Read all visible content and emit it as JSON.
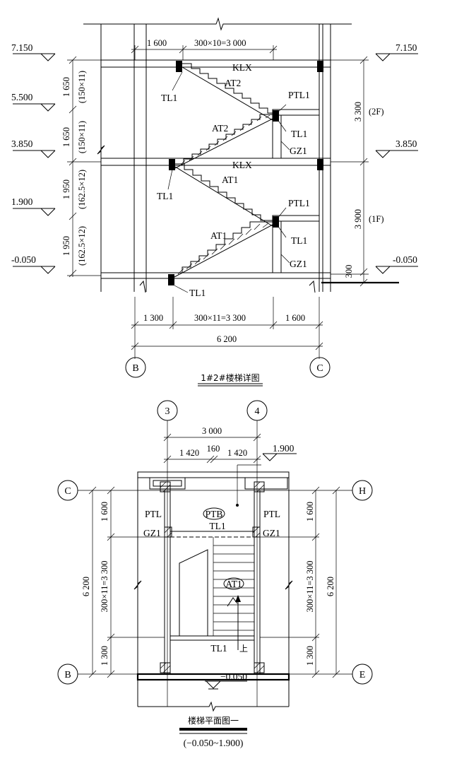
{
  "section": {
    "title": "1#2#楼梯详图",
    "levels": [
      "7.150",
      "5.500",
      "3.850",
      "1.900",
      "-0.050"
    ],
    "right_levels": [
      "7.150",
      "3.850",
      "-0.050"
    ],
    "left_dims": [
      "1 650",
      "(150×11)",
      "1 650",
      "(150×11)",
      "1 950",
      "(162.5×12)",
      "1 950",
      "(162.5×12)"
    ],
    "right_dims": [
      "3 300",
      "(2F)",
      "3 900",
      "(1F)",
      "300"
    ],
    "top_dims": [
      "1 600",
      "300×10=3 000"
    ],
    "bottom_dims": [
      "1 300",
      "300×11=3 300",
      "1 600",
      "6 200"
    ],
    "labels": {
      "klx_top": "KLX",
      "klx_mid": "KLX",
      "at2_upper": "AT2",
      "at2_lower": "AT2",
      "at1_upper": "AT1",
      "at1_lower": "AT1",
      "ptl1_upper": "PTL1",
      "ptl1_lower": "PTL1",
      "tl1_a": "TL1",
      "tl1_b": "TL1",
      "tl1_c": "TL1",
      "tl1_d": "TL1",
      "tl1_e": "TL1",
      "gz1_upper": "GZ1",
      "gz1_lower": "GZ1"
    },
    "axes": [
      "B",
      "C"
    ]
  },
  "plan": {
    "title": "楼梯平面图一",
    "subtitle": "(−0.050~1.900)",
    "axes_top": [
      "3",
      "4"
    ],
    "axes_left": [
      "C",
      "B"
    ],
    "axes_right": [
      "H",
      "E"
    ],
    "top_dims": [
      "3 000",
      "1 420",
      "160",
      "1 420"
    ],
    "level_top": "1.900",
    "level_bottom": "−0.050",
    "side_dims_left": [
      "1 600",
      "300×11=3 300",
      "1 300",
      "6 200"
    ],
    "side_dims_right": [
      "1 600",
      "300×11=3 300",
      "1 300",
      "6 200"
    ],
    "labels": {
      "ptl_left": "PTL",
      "ptl_right": "PTL",
      "ptb": "PTB",
      "tl1_top": "TL1",
      "tl1_bottom": "TL1",
      "gz1_left": "GZ1",
      "gz1_right": "GZ1",
      "at1": "AT1",
      "up": "上"
    }
  }
}
